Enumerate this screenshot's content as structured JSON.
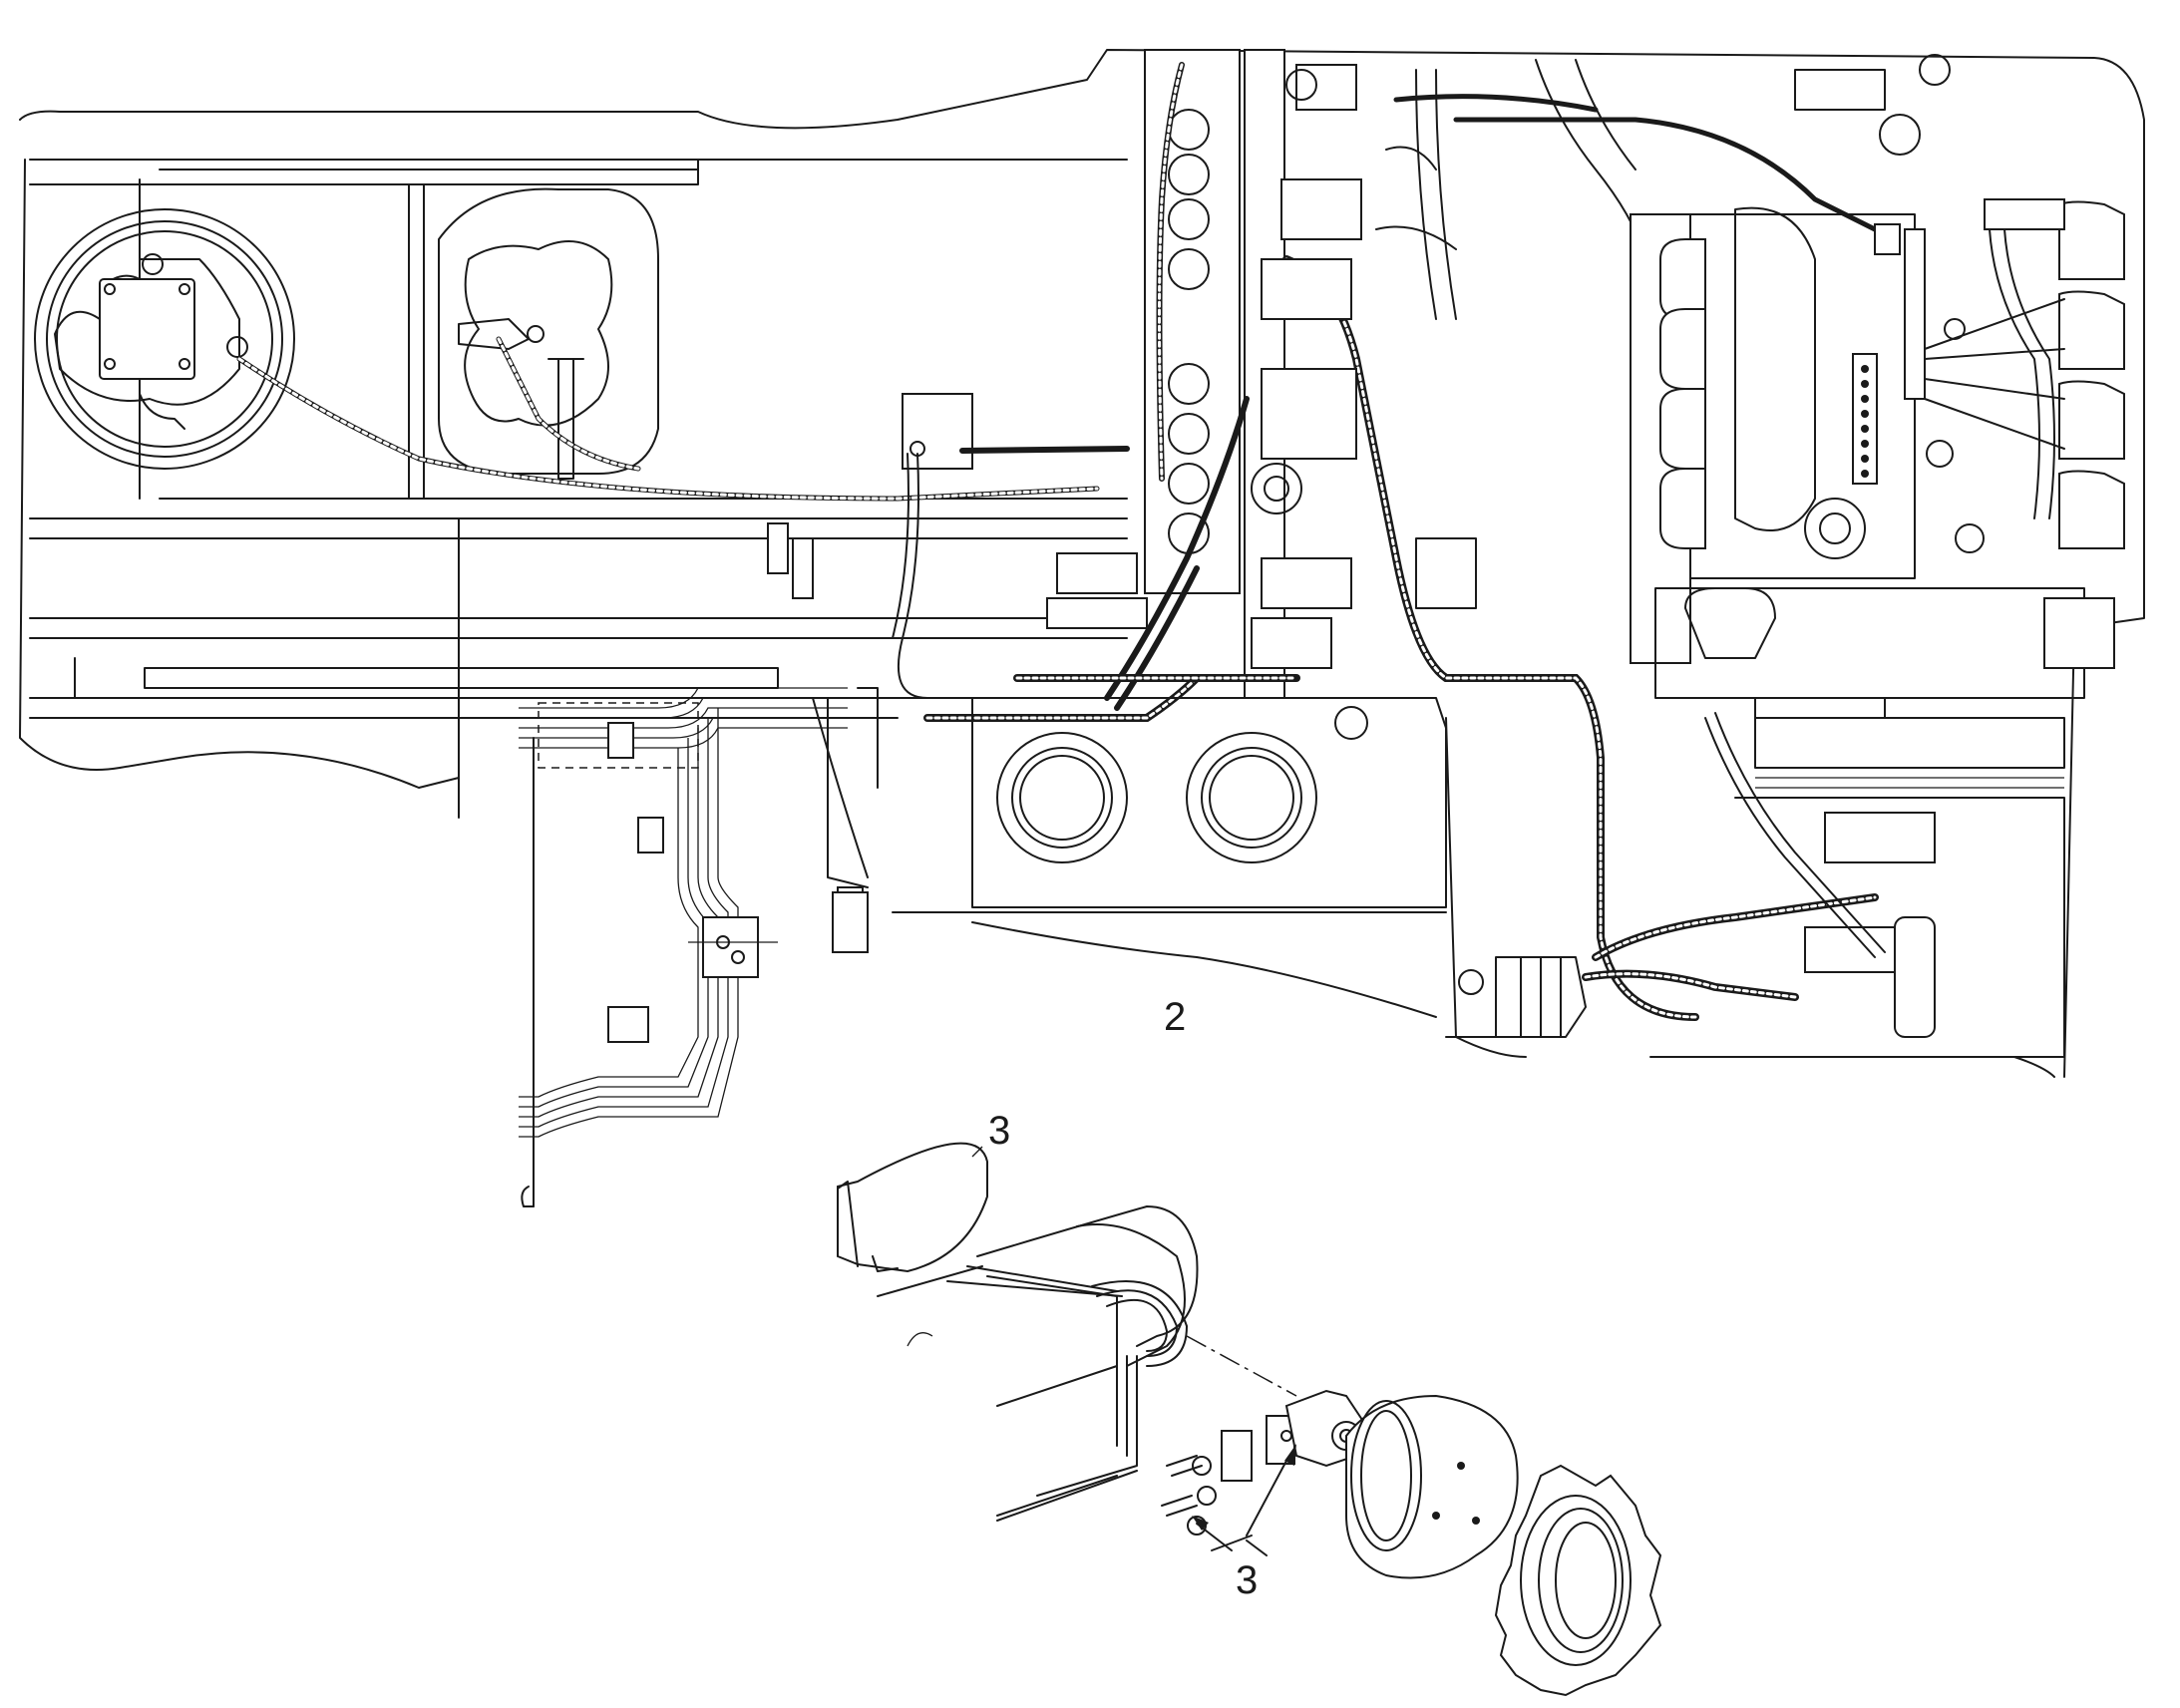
{
  "callouts": {
    "two": "2",
    "three_upper": "3",
    "three_lower": "3"
  },
  "colors": {
    "line": "#1a1a1a",
    "background": "#ffffff"
  }
}
